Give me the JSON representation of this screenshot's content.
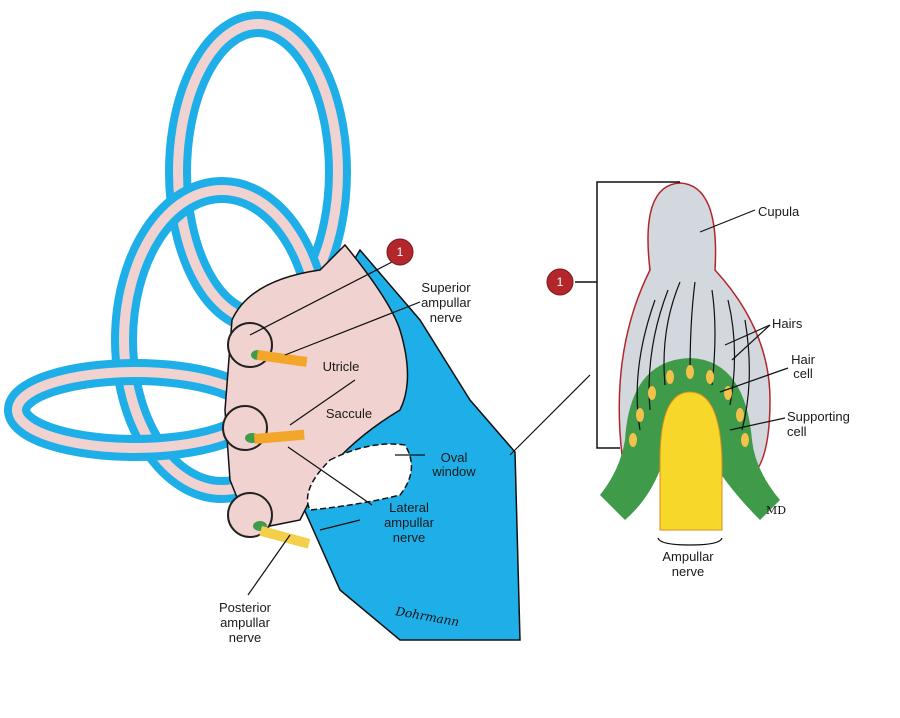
{
  "colors": {
    "endolymph_blue": "#1eaee8",
    "membranous_pink": "#f0d2d0",
    "cupula_gray": "#d3d7de",
    "support_green": "#3f9a4a",
    "nerve_yellow": "#f6d72a",
    "badge_red": "#b3262a"
  },
  "badges": [
    {
      "text": "1"
    },
    {
      "text": "1"
    }
  ],
  "left_labels": {
    "superior": [
      "Superior",
      "ampullar",
      "nerve"
    ],
    "utricle": "Utricle",
    "saccule": "Saccule",
    "oval_window": [
      "Oval",
      "window"
    ],
    "lateral": [
      "Lateral",
      "ampullar",
      "nerve"
    ],
    "posterior": [
      "Posterior",
      "ampullar",
      "nerve"
    ],
    "signature": "Dohrmann"
  },
  "right_labels": {
    "cupula": "Cupula",
    "hairs": "Hairs",
    "hair_cell": [
      "Hair",
      "cell"
    ],
    "supporting_cell": [
      "Supporting",
      "cell"
    ],
    "ampullar_nerve": [
      "Ampullar",
      "nerve"
    ],
    "signature": "MD"
  }
}
